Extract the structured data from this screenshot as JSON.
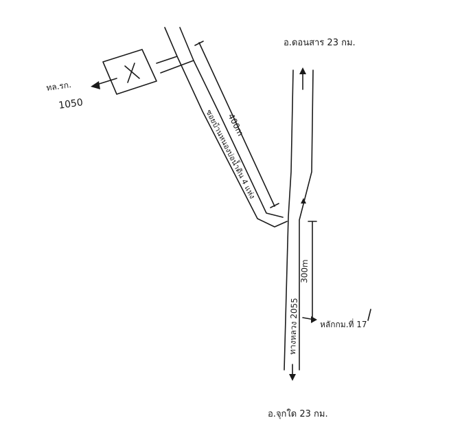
{
  "labels": {
    "top_destination": "อ.ดอนสาร 23 กม.",
    "bottom_destination": "อ.จุกใด 23 กม.",
    "left_road_name": "ทล.รก.",
    "left_road_number": "1050",
    "side_road_name": "ซอยบ้านหนองบ่อน้ำดิน 4 แห่ง",
    "side_road_distance": "400m",
    "main_road_name": "ทางหลวง 2055",
    "main_road_distance": "300m",
    "landmark": "หลักกม.ที่ 17"
  },
  "colors": {
    "ink": "#1a1a1a",
    "paper": "#ffffff"
  }
}
